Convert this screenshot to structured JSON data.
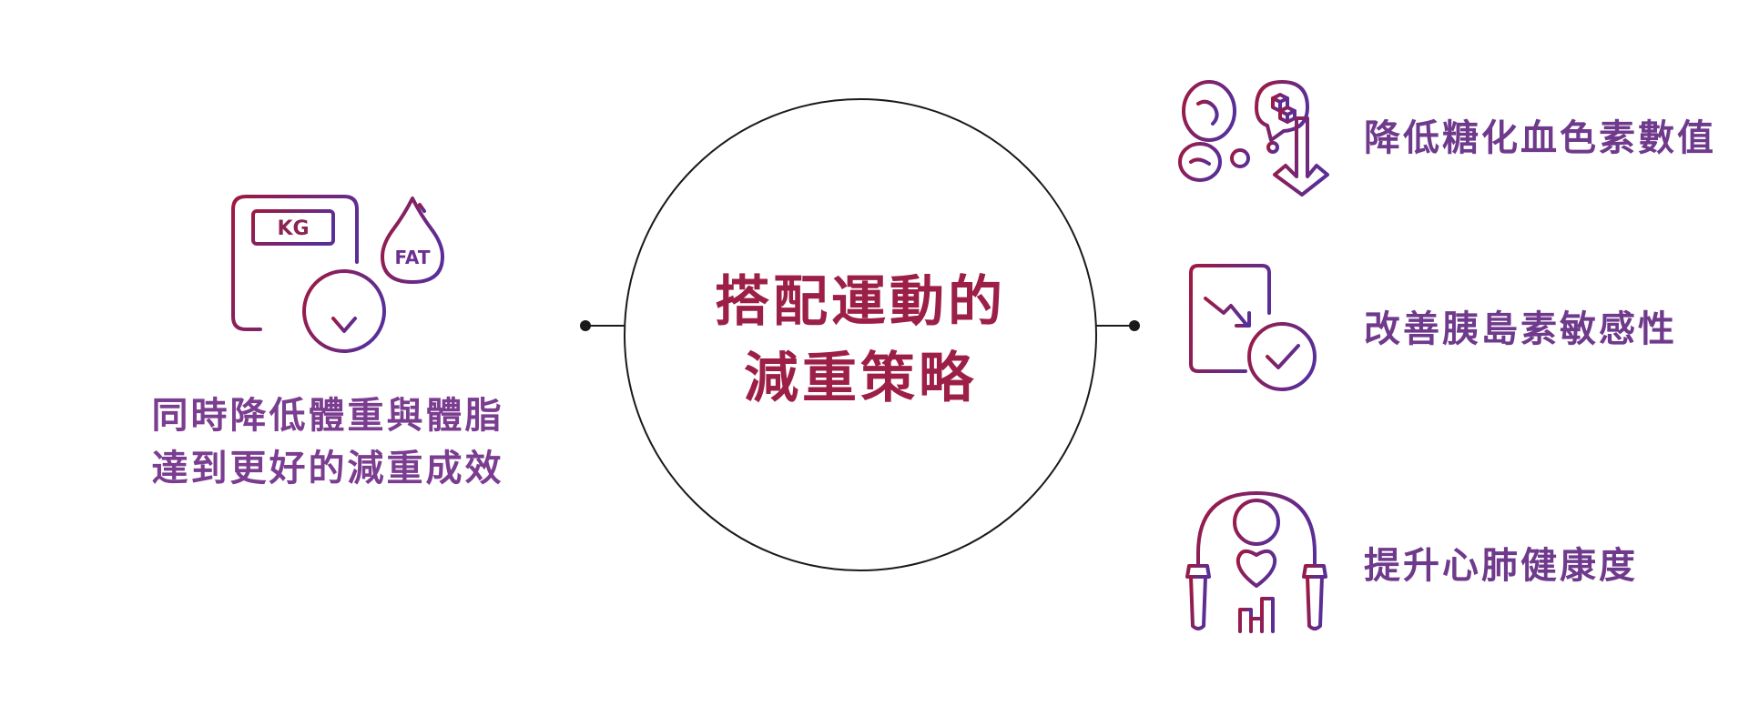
{
  "center": {
    "line1": "搭配運動的",
    "line2": "減重策略"
  },
  "left": {
    "icon_scale_text": "KG",
    "icon_drop_text": "FAT",
    "caption_line1": "同時降低體重與體脂",
    "caption_line2": "達到更好的減重成效"
  },
  "right": {
    "items": [
      {
        "label": "降低糖化血色素數值",
        "icon": "red-blood-cells-sugar-down-icon"
      },
      {
        "label": "改善胰島素敏感性",
        "icon": "trend-down-check-icon"
      },
      {
        "label": "提升心肺健康度",
        "icon": "jump-rope-heart-icon"
      }
    ]
  },
  "colors": {
    "gradient_start": "#a0193f",
    "gradient_end": "#5a2e97",
    "center_text": "#9c1f47",
    "label_text": "#6f3a8c",
    "line": "#1a1a1a"
  }
}
